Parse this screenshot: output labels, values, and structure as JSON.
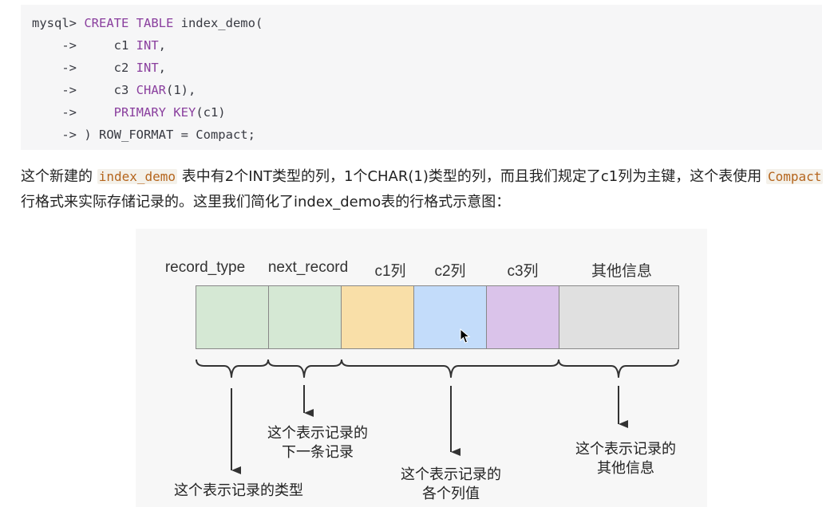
{
  "code": {
    "lines": [
      [
        {
          "t": "mysql> "
        },
        {
          "t": "CREATE TABLE",
          "k": 1
        },
        {
          "t": " index_demo("
        }
      ],
      [
        {
          "t": "    ->     c1 "
        },
        {
          "t": "INT",
          "k": 1
        },
        {
          "t": ","
        }
      ],
      [
        {
          "t": "    ->     c2 "
        },
        {
          "t": "INT",
          "k": 1
        },
        {
          "t": ","
        }
      ],
      [
        {
          "t": "    ->     c3 "
        },
        {
          "t": "CHAR",
          "k": 1
        },
        {
          "t": "(1),"
        }
      ],
      [
        {
          "t": "    ->     "
        },
        {
          "t": "PRIMARY KEY",
          "k": 1
        },
        {
          "t": "(c1)"
        }
      ],
      [
        {
          "t": "    -> ) ROW_FORMAT = Compact;"
        }
      ]
    ]
  },
  "paragraph": {
    "part1": "这个新建的 ",
    "code1": "index_demo",
    "part2": " 表中有2个INT类型的列，1个CHAR(1)类型的列，而且我们规定了c1列为主键，这个表使用 ",
    "code2": "Compact",
    "part3": " 行格式来实际存储记录的。这里我们简化了index_demo表的行格式示意图："
  },
  "diagram": {
    "headers": [
      "record_type",
      "next_record",
      "c1列",
      "c2列",
      "c3列",
      "其他信息"
    ],
    "cell_colors": [
      "#d5e8d4",
      "#d5e8d4",
      "#f9dfa8",
      "#c3dcfa",
      "#dac3ea",
      "#e0e0e0"
    ],
    "desc_type": "这个表示记录的类型",
    "desc_next": [
      "这个表示记录的",
      "下一条记录"
    ],
    "desc_cols": [
      "这个表示记录的",
      "各个列值"
    ],
    "desc_other": [
      "这个表示记录的",
      "其他信息"
    ]
  }
}
